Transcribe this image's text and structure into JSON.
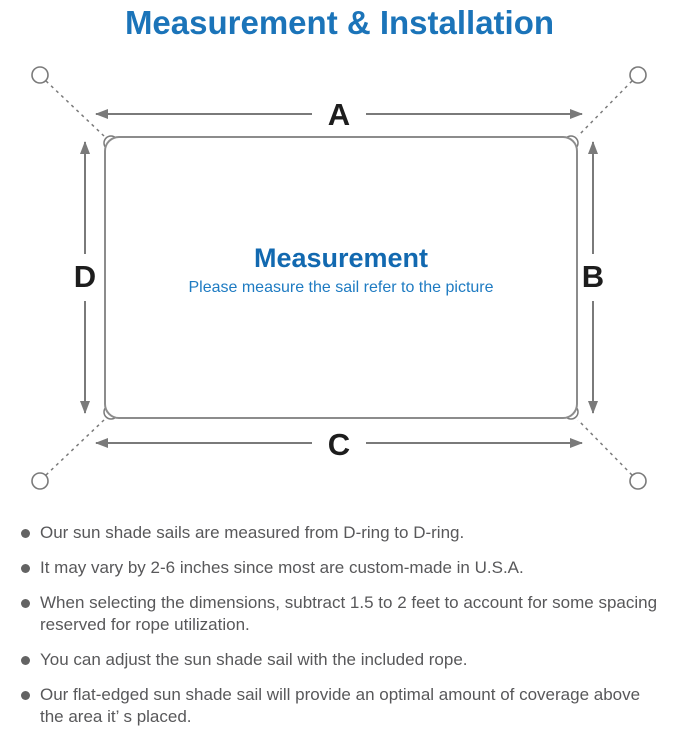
{
  "header": {
    "title": "Measurement & Installation"
  },
  "diagram": {
    "dimension_labels": {
      "top": "A",
      "right": "B",
      "bottom": "C",
      "left": "D"
    },
    "center_title": "Measurement",
    "center_subtitle": "Please measure the sail refer to the picture"
  },
  "notes": {
    "items": [
      {
        "lines": [
          "Our sun shade sails are measured from D-ring to D-ring."
        ]
      },
      {
        "lines": [
          "It may vary by 2-6 inches since most are custom-made in U.S.A."
        ]
      },
      {
        "lines": [
          "When selecting the dimensions, subtract 1.5 to 2 feet to account for some spacing",
          "reserved for rope utilization."
        ]
      },
      {
        "lines": [
          "You can adjust the sun shade sail with the included rope."
        ]
      },
      {
        "lines": [
          "Our flat-edged sun shade sail will provide an optimal amount of coverage above",
          "the area it’ s placed."
        ]
      }
    ]
  },
  "colors": {
    "title_blue": "#1b74b9",
    "center_title_blue": "#1269b0",
    "center_subtitle_blue": "#1e7bc2",
    "line_gray": "#7a7a7a",
    "outline_gray": "#8c8c8c",
    "note_text_gray": "#58585a",
    "dimension_label_black": "#1d1d1d"
  }
}
